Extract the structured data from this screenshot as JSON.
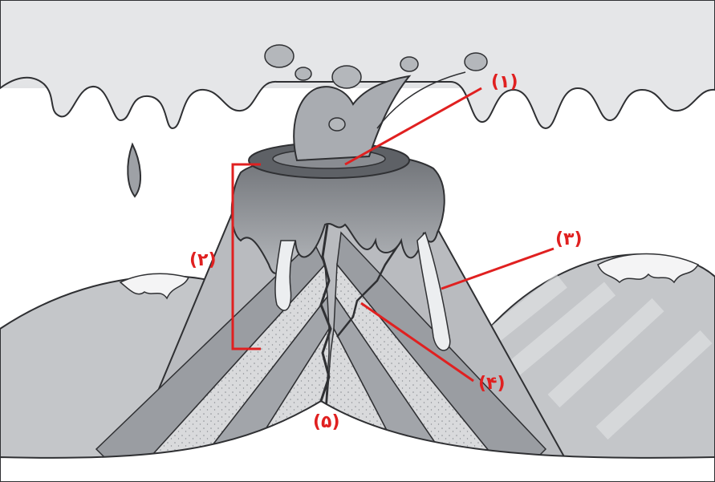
{
  "labels": {
    "l1": "(۱)",
    "l2": "(۲)",
    "l3": "(۳)",
    "l4": "(۴)",
    "l5": "(۵)"
  },
  "colors": {
    "annotation": "#e02020",
    "sky": "#e6e7e9",
    "lava_dark": "#8a8d92",
    "lava_mid": "#a9acb1",
    "layer_light": "#d6d7d9",
    "layer_dark": "#9a9da2",
    "outline": "#2f3033",
    "hill": "#c9cbce"
  }
}
